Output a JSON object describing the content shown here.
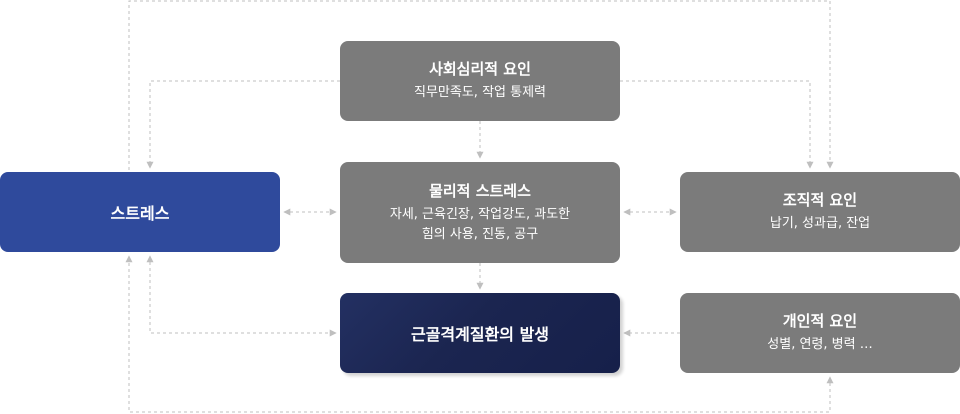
{
  "nodes": {
    "psychosocial": {
      "title": "사회심리적 요인",
      "sub": "직무만족도, 작업 통제력"
    },
    "stress": {
      "title": "스트레스"
    },
    "physical": {
      "title": "물리적 스트레스",
      "sub_line1": "자세, 근육긴장, 작업강도, 과도한",
      "sub_line2": "힘의 사용, 진동, 공구"
    },
    "organizational": {
      "title": "조직적 요인",
      "sub": "납기, 성과급, 잔업"
    },
    "msd": {
      "title": "근골격계질환의 발생"
    },
    "individual": {
      "title": "개인적 요인",
      "sub": "성별, 연령, 병력 …"
    }
  },
  "colors": {
    "gray": "#7b7b7b",
    "blue": "#2f4a9c",
    "navy": "#1b2550",
    "connector": "#bfbfbf"
  }
}
